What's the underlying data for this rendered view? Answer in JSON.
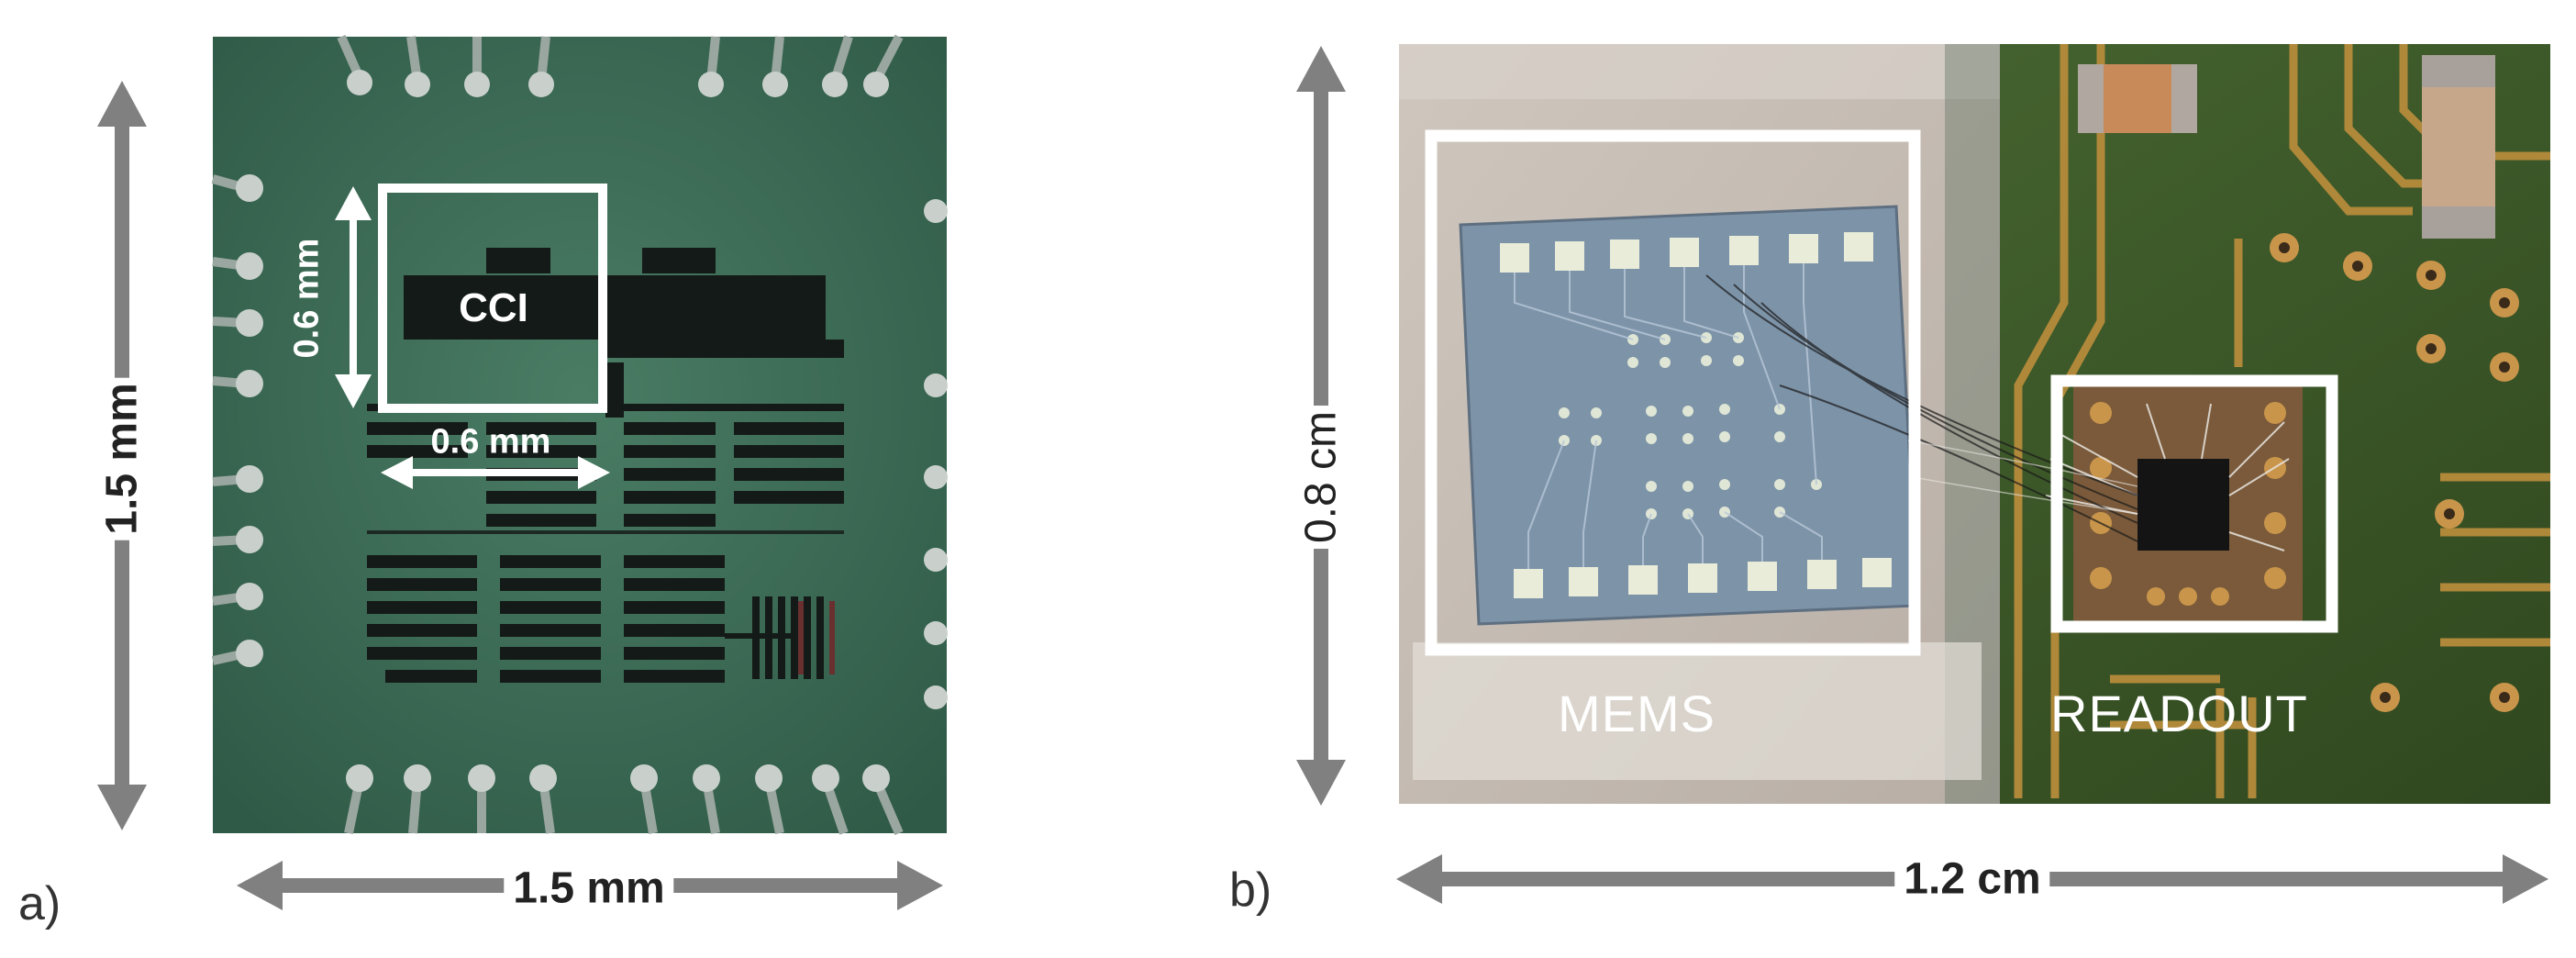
{
  "panels": {
    "a": {
      "letter": "a)",
      "height_label": "1.5 mm",
      "width_label": "1.5 mm",
      "cci_label": "CCI",
      "cci_height_label": "0.6 mm",
      "cci_width_label": "0.6 mm"
    },
    "b": {
      "letter": "b)",
      "height_label": "0.8 cm",
      "width_label": "1.2 cm",
      "mems_label": "MEMS",
      "readout_label": "READOUT"
    }
  },
  "colors": {
    "chip_green": "#3d6e58",
    "arrow_gray": "#808080",
    "pcb_green": "#3c5a2a",
    "mems_blue": "#7d93a8",
    "outline": "#ffffff"
  }
}
